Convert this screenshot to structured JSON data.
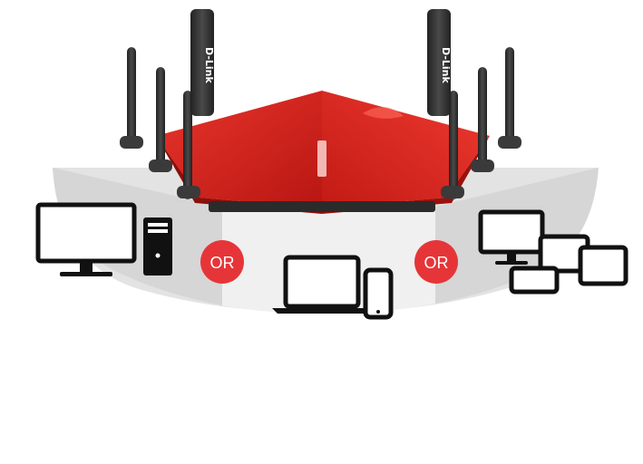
{
  "router": {
    "brand_left": "D-Link",
    "brand_right": "D-Link",
    "body_color": "#d8211c",
    "antenna_color": "#2f2f2f"
  },
  "connectors": {
    "left": "OR",
    "right": "OR",
    "badge_color": "#e63538"
  },
  "device_groups": {
    "left": [
      "desktop-monitor-icon",
      "pc-tower-icon"
    ],
    "center": [
      "laptop-icon",
      "smartphone-icon"
    ],
    "right": [
      "monitor-icon",
      "tablet-icon",
      "tablet-icon",
      "phone-landscape-icon"
    ]
  }
}
